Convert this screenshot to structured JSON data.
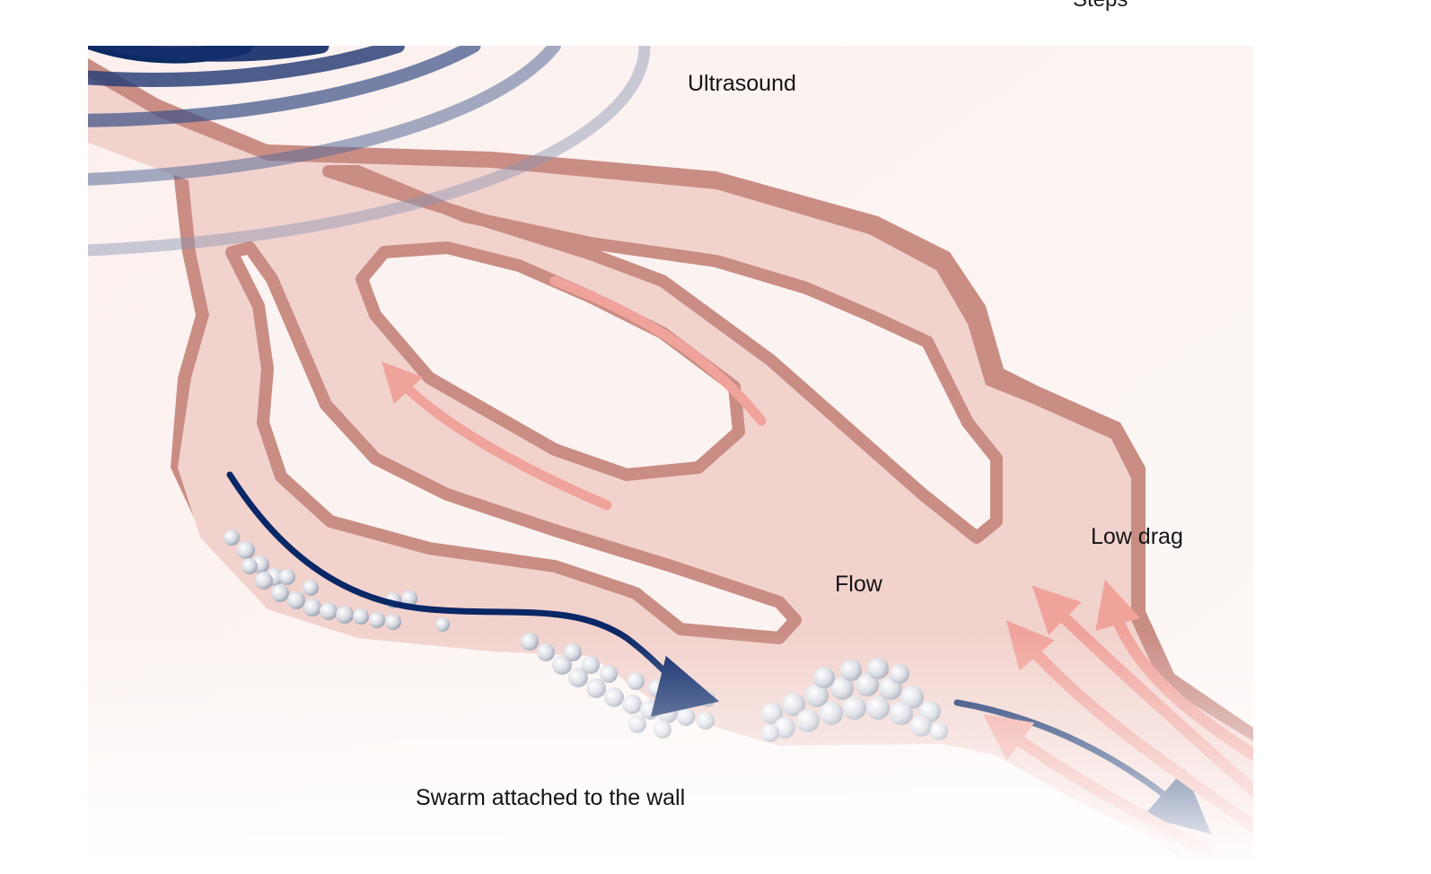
{
  "header": {
    "cropped_label": "Steps"
  },
  "diagram": {
    "labels": {
      "ultrasound": "Ultrasound",
      "flow": "Flow",
      "low_drag": "Low drag",
      "swarm": "Swarm attached to the wall"
    },
    "colors": {
      "background": "#fbf3f1",
      "vessel_fill": "#f2d2cd",
      "vessel_wall": "#c98d84",
      "ultrasound_wave": "#0c2a63",
      "swarm_arrow": "#0a2766",
      "flow_arrow": "#f0a39b",
      "microbubble": "#d9dce3"
    },
    "icons": [
      "ultrasound-wave-icon",
      "flow-arrow-icon",
      "swarm-arrow-icon",
      "microbubble-cluster-icon"
    ]
  }
}
